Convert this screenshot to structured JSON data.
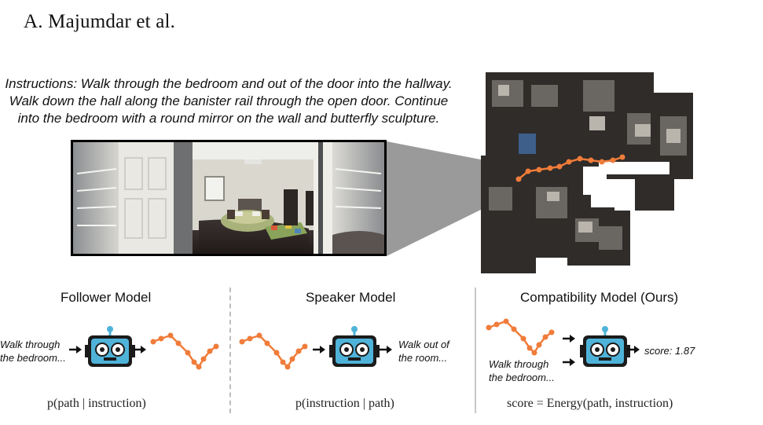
{
  "header": {
    "text": "A. Majumdar et al."
  },
  "instructions": {
    "lines": [
      "Instructions: Walk through the bedroom and out of the door into the hallway.",
      "Walk down the hall along the banister rail through the open door. Continue",
      "into the bedroom with a round mirror on the wall and butterfly sculpture."
    ]
  },
  "sections": {
    "follower": {
      "title": "Follower Model",
      "input_lines": [
        "Walk through",
        "the bedroom..."
      ],
      "formula": "p(path | instruction)"
    },
    "speaker": {
      "title": "Speaker Model",
      "output_lines": [
        "Walk out of",
        "the room..."
      ],
      "formula": "p(instruction | path)"
    },
    "compatibility": {
      "title": "Compatibility Model (Ours)",
      "input_lines": [
        "Walk through",
        "the bedroom..."
      ],
      "score_label": "score: 1.87",
      "formula": "score = Energy(path, instruction)"
    }
  },
  "colors": {
    "path_orange": "#F07C3A",
    "robot_face": "#4FB3D9",
    "robot_dark": "#1b1b1b",
    "divider": "#bdbdbd"
  },
  "icons": [
    "robot-icon",
    "arrow-right-icon",
    "path-trajectory-icon"
  ]
}
